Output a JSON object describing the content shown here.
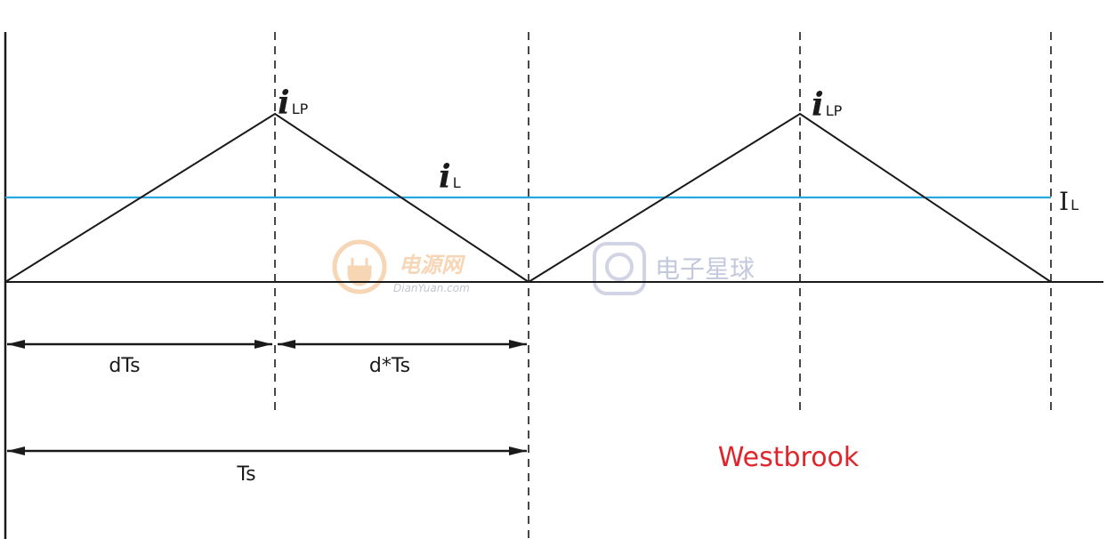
{
  "labels": {
    "peak_1_main": "i",
    "peak_1_sub": "LP",
    "peak_2_main": "i",
    "peak_2_sub": "LP",
    "avg_line_main": "i",
    "avg_line_sub": "L",
    "avg_right_main": "I",
    "avg_right_sub": "L",
    "rise_interval": "dTs",
    "fall_interval": "d*Ts",
    "period": "Ts"
  },
  "signature": "Westbrook",
  "watermarks": {
    "dianyuan_name": "电源网",
    "dianyuan_url": "DianYuan.com",
    "dianzi_name": "电子星球"
  },
  "colors": {
    "waveform": "#1a1a1a",
    "average_line": "#29a8e0",
    "signature": "#e0242b",
    "watermark_blue": "#b9bfd6",
    "watermark_orange": "#f6cfa9"
  }
}
